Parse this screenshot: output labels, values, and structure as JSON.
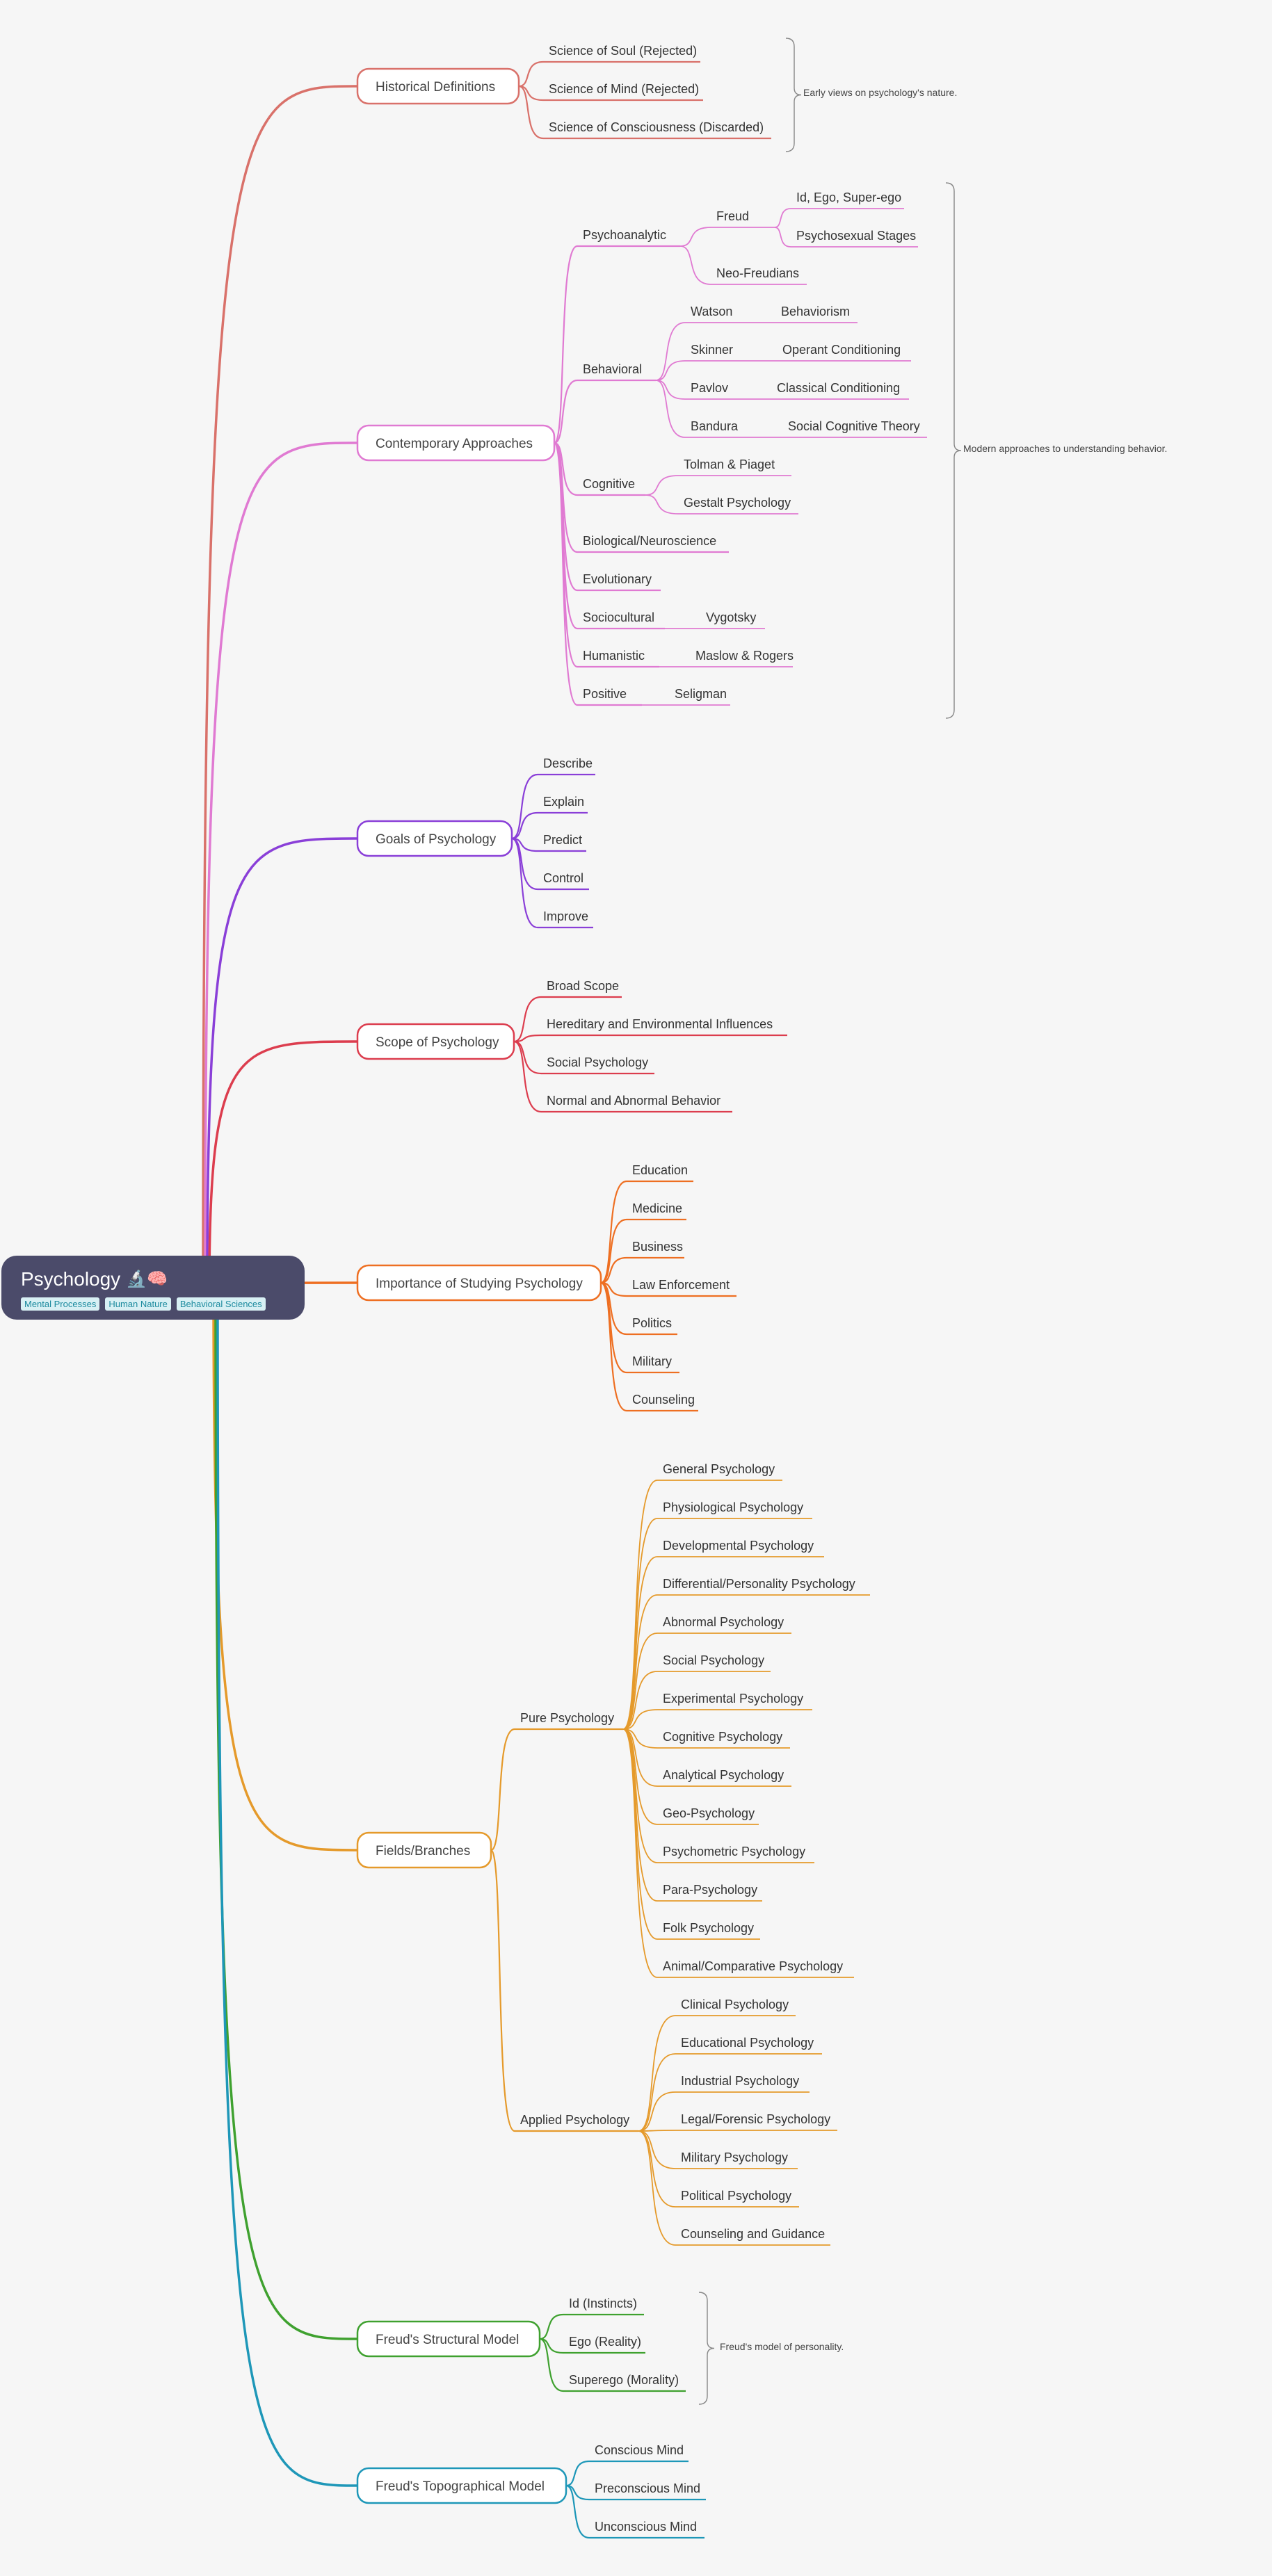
{
  "root": {
    "title": "Psychology",
    "emoji": "🔬🧠",
    "tags": [
      "Mental Processes",
      "Human Nature",
      "Behavioral Sciences"
    ]
  },
  "colors": {
    "background": "#f6f6f6",
    "root_fill": "#4b4b6a",
    "tag_fill": "#d8f0f4",
    "tag_text": "#1b8a9e"
  },
  "branches": [
    {
      "id": "historical",
      "label": "Historical Definitions",
      "color": "#d9716a",
      "note": "Early views on psychology's nature.",
      "children": [
        {
          "label": "Science of Soul (Rejected)"
        },
        {
          "label": "Science of Mind (Rejected)"
        },
        {
          "label": "Science of Consciousness (Discarded)"
        }
      ]
    },
    {
      "id": "contemporary",
      "label": "Contemporary Approaches",
      "color": "#e07ad2",
      "note": "Modern approaches to understanding behavior.",
      "children": [
        {
          "label": "Psychoanalytic",
          "children": [
            {
              "label": "Freud",
              "children": [
                {
                  "label": "Id, Ego, Super-ego"
                },
                {
                  "label": "Psychosexual Stages"
                }
              ]
            },
            {
              "label": "Neo-Freudians"
            }
          ]
        },
        {
          "label": "Behavioral",
          "children": [
            {
              "label": "Watson",
              "children": [
                {
                  "label": "Behaviorism"
                }
              ]
            },
            {
              "label": "Skinner",
              "children": [
                {
                  "label": "Operant Conditioning"
                }
              ]
            },
            {
              "label": "Pavlov",
              "children": [
                {
                  "label": "Classical Conditioning"
                }
              ]
            },
            {
              "label": "Bandura",
              "children": [
                {
                  "label": "Social Cognitive Theory"
                }
              ]
            }
          ]
        },
        {
          "label": "Cognitive",
          "children": [
            {
              "label": "Tolman & Piaget"
            },
            {
              "label": "Gestalt Psychology"
            }
          ]
        },
        {
          "label": "Biological/Neuroscience"
        },
        {
          "label": "Evolutionary"
        },
        {
          "label": "Sociocultural",
          "children": [
            {
              "label": "Vygotsky"
            }
          ]
        },
        {
          "label": "Humanistic",
          "children": [
            {
              "label": "Maslow & Rogers"
            }
          ]
        },
        {
          "label": "Positive",
          "children": [
            {
              "label": "Seligman"
            }
          ]
        }
      ]
    },
    {
      "id": "goals",
      "label": "Goals of Psychology",
      "color": "#8a3fd8",
      "children": [
        {
          "label": "Describe"
        },
        {
          "label": "Explain"
        },
        {
          "label": "Predict"
        },
        {
          "label": "Control"
        },
        {
          "label": "Improve"
        }
      ]
    },
    {
      "id": "scope",
      "label": "Scope of Psychology",
      "color": "#dc3d4e",
      "children": [
        {
          "label": "Broad Scope"
        },
        {
          "label": "Hereditary and Environmental Influences"
        },
        {
          "label": "Social Psychology"
        },
        {
          "label": "Normal and Abnormal Behavior"
        }
      ]
    },
    {
      "id": "importance",
      "label": "Importance of Studying Psychology",
      "color": "#ee6f22",
      "children": [
        {
          "label": "Education"
        },
        {
          "label": "Medicine"
        },
        {
          "label": "Business"
        },
        {
          "label": "Law Enforcement"
        },
        {
          "label": "Politics"
        },
        {
          "label": "Military"
        },
        {
          "label": "Counseling"
        }
      ]
    },
    {
      "id": "fields",
      "label": "Fields/Branches",
      "color": "#e59a2b",
      "children": [
        {
          "label": "Pure Psychology",
          "children": [
            {
              "label": "General Psychology"
            },
            {
              "label": "Physiological Psychology"
            },
            {
              "label": "Developmental Psychology"
            },
            {
              "label": "Differential/Personality Psychology"
            },
            {
              "label": "Abnormal Psychology"
            },
            {
              "label": "Social Psychology"
            },
            {
              "label": "Experimental Psychology"
            },
            {
              "label": "Cognitive Psychology"
            },
            {
              "label": "Analytical Psychology"
            },
            {
              "label": "Geo-Psychology"
            },
            {
              "label": "Psychometric Psychology"
            },
            {
              "label": "Para-Psychology"
            },
            {
              "label": "Folk Psychology"
            },
            {
              "label": "Animal/Comparative Psychology"
            }
          ]
        },
        {
          "label": "Applied Psychology",
          "children": [
            {
              "label": "Clinical Psychology"
            },
            {
              "label": "Educational Psychology"
            },
            {
              "label": "Industrial Psychology"
            },
            {
              "label": "Legal/Forensic Psychology"
            },
            {
              "label": "Military Psychology"
            },
            {
              "label": "Political Psychology"
            },
            {
              "label": "Counseling and Guidance"
            }
          ]
        }
      ]
    },
    {
      "id": "structural",
      "label": "Freud's Structural Model",
      "color": "#3fa12f",
      "note": "Freud's model of personality.",
      "children": [
        {
          "label": "Id (Instincts)"
        },
        {
          "label": "Ego (Reality)"
        },
        {
          "label": "Superego (Morality)"
        }
      ]
    },
    {
      "id": "topographical",
      "label": "Freud's Topographical Model",
      "color": "#1e97b8",
      "children": [
        {
          "label": "Conscious Mind"
        },
        {
          "label": "Preconscious Mind"
        },
        {
          "label": "Unconscious Mind"
        }
      ]
    }
  ]
}
